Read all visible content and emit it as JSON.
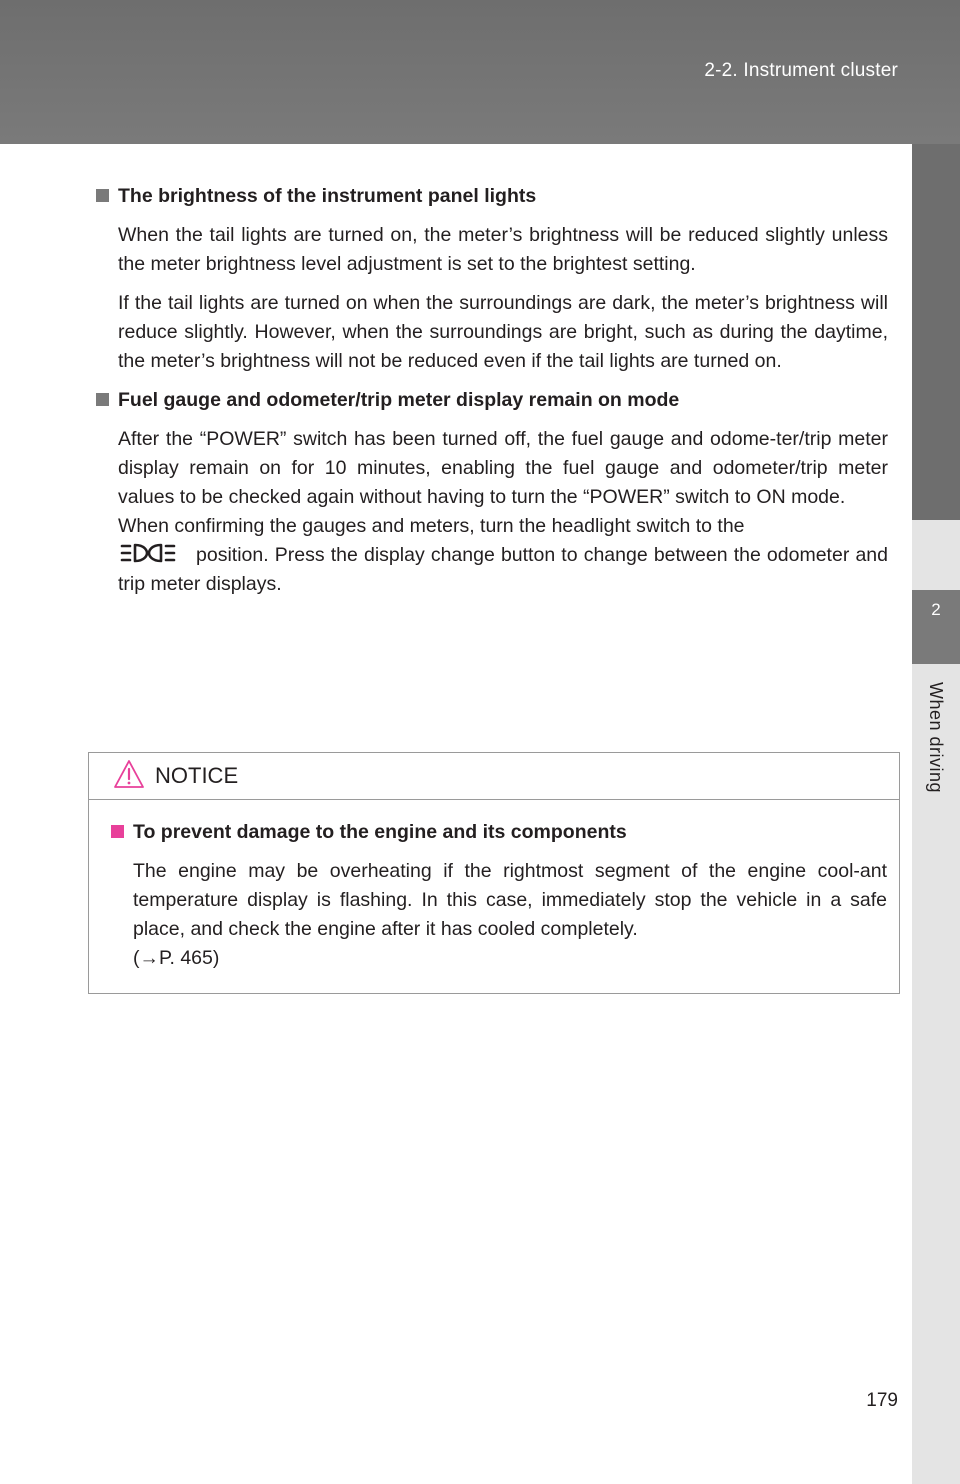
{
  "header": {
    "title": "2-2. Instrument cluster"
  },
  "side_tab": {
    "number": "2",
    "label": "When driving"
  },
  "section1": {
    "heading": "The brightness of the instrument panel lights",
    "para1": "When the tail lights are turned on, the meter’s brightness will be reduced slightly unless the meter brightness level adjustment is set to the brightest setting.",
    "para2": "If the tail lights are turned on when the surroundings are dark, the meter’s brightness will reduce slightly. However, when the surroundings are bright, such as during the daytime, the meter’s brightness will not be reduced even if the tail lights are turned on."
  },
  "section2": {
    "heading": "Fuel gauge and odometer/trip meter display remain on mode",
    "para1": "After the “POWER” switch has been turned off, the fuel gauge and odome-ter/trip meter display remain on for 10 minutes, enabling the fuel gauge and odometer/trip meter values to be checked again without having to turn the “POWER” switch to ON mode.",
    "para2_lead": "When confirming the gauges and meters, turn the headlight switch to the",
    "para2_tail": "position. Press the display change button to change between the odometer and trip meter displays.",
    "icon": "tail-light-icon"
  },
  "notice": {
    "title": "NOTICE",
    "icon": "warning-triangle-icon",
    "heading": "To prevent damage to the engine and its components",
    "para": "The engine may be overheating if the rightmost segment of the engine cool-ant temperature display is flashing. In this case, immediately stop the vehicle in a safe place, and check the engine after it has cooled completely.",
    "ref": "(→P. 465)"
  },
  "page_number": "179",
  "colors": {
    "header_bg": "#6e6e6e",
    "notice_accent": "#e8409a",
    "square_bullet": "#7a7a7a"
  }
}
